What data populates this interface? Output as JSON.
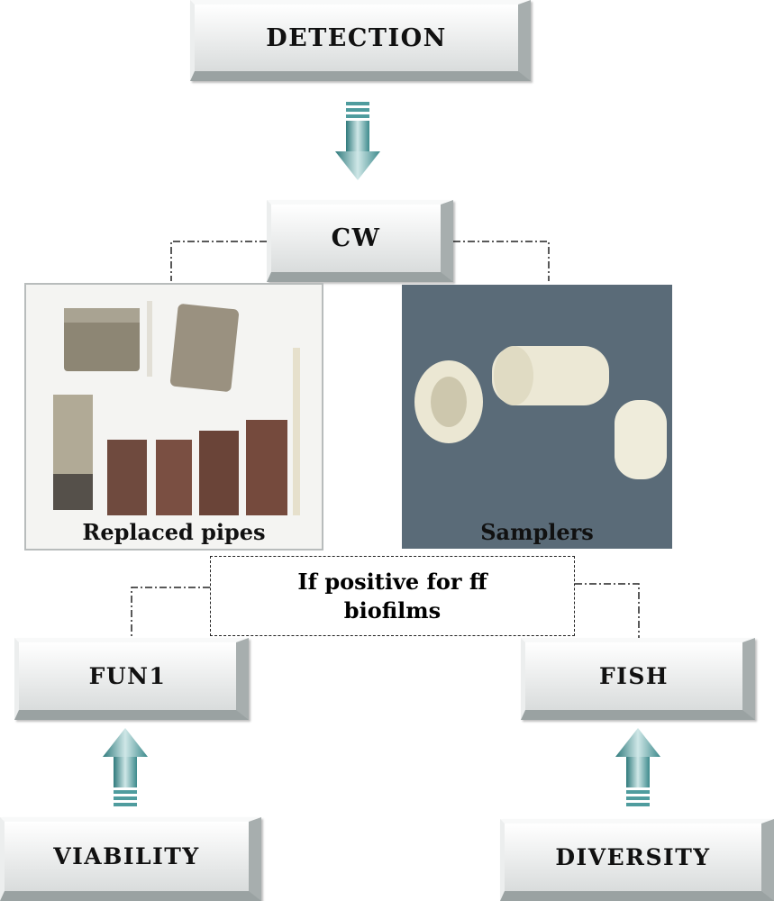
{
  "nodes": {
    "detection": "DETECTION",
    "cw": "CW",
    "condition_line1": "If positive for ff",
    "condition_line2": "biofilms",
    "fun1": "FUN1",
    "fish": "FISH",
    "viability": "VIABILITY",
    "diversity": "DIVERSITY"
  },
  "photos": {
    "left_caption": "Replaced pipes",
    "right_caption": "Samplers"
  },
  "colors": {
    "arrow_teal": "#4f9c9e",
    "box_edge": "#a7aeae",
    "samplers_bg": "#5a6b78"
  }
}
